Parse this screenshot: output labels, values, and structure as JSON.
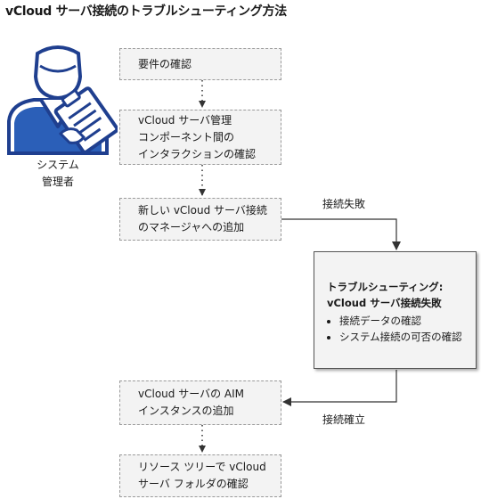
{
  "title": "vCloud サーバ接続のトラブルシューティング方法",
  "actor": {
    "line1": "システム",
    "line2": "管理者",
    "icon": "administrator-clipboard-icon"
  },
  "steps": [
    {
      "lines": [
        "要件の確認"
      ]
    },
    {
      "lines": [
        "vCloud サーバ管理",
        "コンポーネント間の",
        "インタラクションの確認"
      ]
    },
    {
      "lines": [
        "新しい vCloud サーバ接続",
        "のマネージャへの追加"
      ]
    },
    {
      "lines": [
        "vCloud サーバの AIM",
        "インスタンスの追加"
      ]
    },
    {
      "lines": [
        "リソース ツリーで vCloud",
        "サーバ フォルダの確認"
      ]
    }
  ],
  "troubleshooting": {
    "heading1": "トラブルシューティング:",
    "heading2": "vCloud サーバ接続失敗",
    "bullets": [
      "接続データの確認",
      "システム接続の可否の確認"
    ]
  },
  "edge_labels": {
    "failure": "接続失敗",
    "established": "接続確立"
  }
}
